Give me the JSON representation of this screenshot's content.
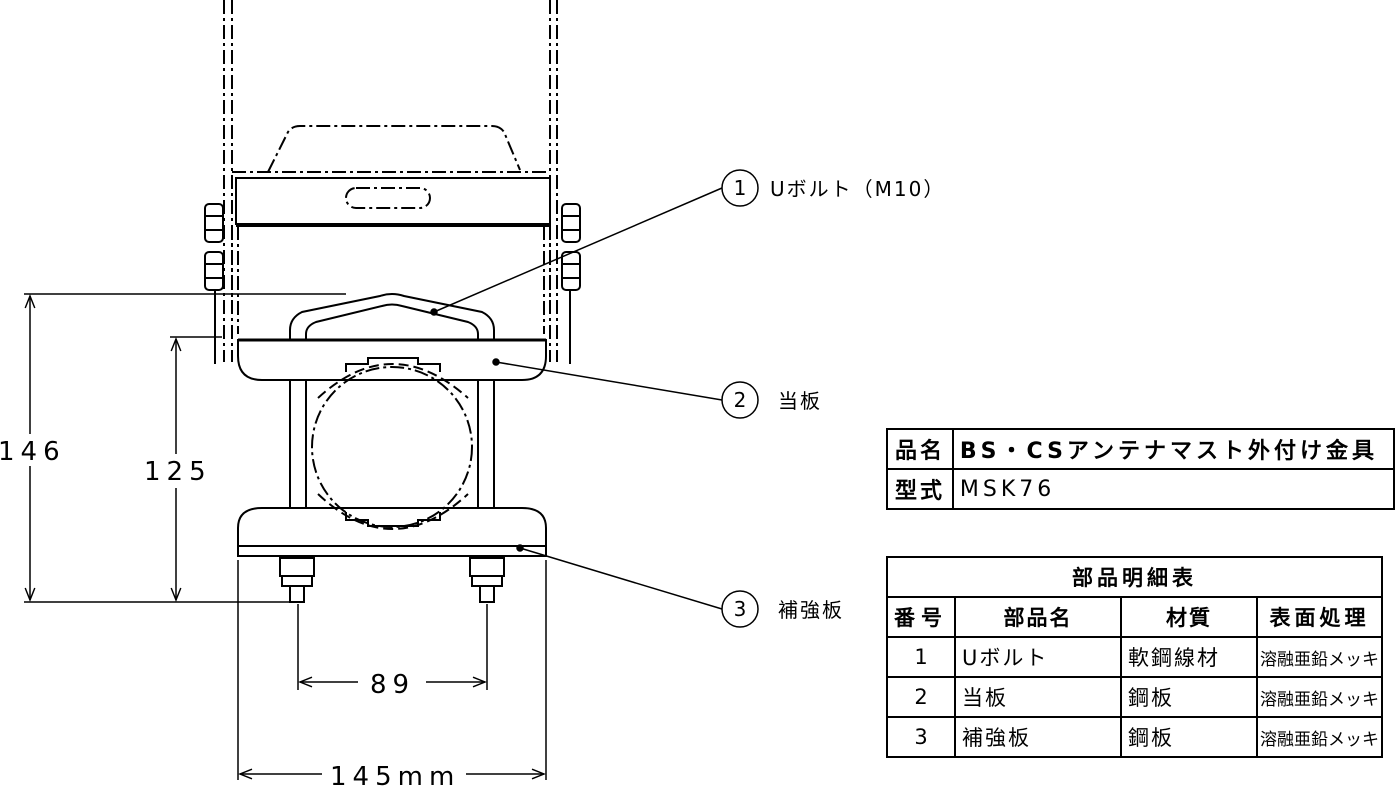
{
  "dimensions": {
    "overall_height": "146",
    "inner_height": "125",
    "bolt_spacing": "89",
    "overall_width": "145mm"
  },
  "callouts": [
    {
      "num": "1",
      "label": "Uボルト（M10）"
    },
    {
      "num": "2",
      "label": "当板"
    },
    {
      "num": "3",
      "label": "補強板"
    }
  ],
  "title_block": {
    "product_name_label": "品名",
    "product_name": "BS・CSアンテナマスト外付け金具",
    "model_label": "型式",
    "model": "MSK76"
  },
  "parts_table": {
    "caption": "部品明細表",
    "headers": [
      "番号",
      "部品名",
      "材質",
      "表面処理"
    ],
    "rows": [
      [
        "1",
        "Uボルト",
        "軟鋼線材",
        "溶融亜鉛メッキ"
      ],
      [
        "2",
        "当板",
        "鋼板",
        "溶融亜鉛メッキ"
      ],
      [
        "3",
        "補強板",
        "鋼板",
        "溶融亜鉛メッキ"
      ]
    ]
  }
}
